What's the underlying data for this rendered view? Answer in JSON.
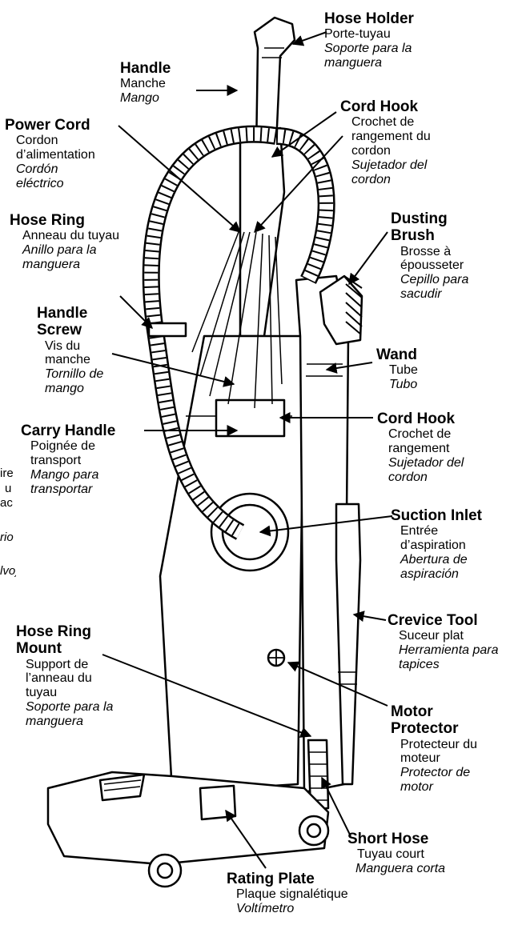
{
  "labels": {
    "handle": {
      "title": "Handle",
      "fr": "Manche",
      "es": "Mango"
    },
    "hose_holder": {
      "title": "Hose Holder",
      "fr": "Porte-tuyau",
      "es": "Soporte para la manguera"
    },
    "power_cord": {
      "title": "Power Cord",
      "fr": "Cordon d’alimentation",
      "es": "Cordón eléctrico"
    },
    "cord_hook_top": {
      "title": "Cord Hook",
      "fr": "Crochet de rangement du cordon",
      "es": "Sujetador del cordon"
    },
    "hose_ring": {
      "title": "Hose Ring",
      "fr": "Anneau du tuyau",
      "es": "Anillo para la manguera"
    },
    "dusting_brush": {
      "title": "Dusting Brush",
      "fr": "Brosse à épousseter",
      "es": "Cepillo para sacudir"
    },
    "handle_screw": {
      "title": "Handle Screw",
      "fr": "Vis du manche",
      "es": "Tornillo de mango"
    },
    "wand": {
      "title": "Wand",
      "fr": "Tube",
      "es": "Tubo"
    },
    "carry_handle": {
      "title": "Carry Handle",
      "fr": "Poignée de transport",
      "es": "Mango para transportar"
    },
    "cord_hook_mid": {
      "title": "Cord Hook",
      "fr": "Crochet de rangement",
      "es": "Sujetador del cordon"
    },
    "suction_inlet": {
      "title": "Suction Inlet",
      "fr": "Entrée d’aspiration",
      "es": "Abertura de aspiración"
    },
    "crevice_tool": {
      "title": "Crevice Tool",
      "fr": "Suceur plat",
      "es": "Herramienta para tapices"
    },
    "hose_ring_mount": {
      "title": "Hose Ring Mount",
      "fr": "Support de l’anneau du tuyau",
      "es": "Soporte para la manguera"
    },
    "motor_protector": {
      "title": "Motor Protector",
      "fr": "Protecteur du moteur",
      "es": "Protector de motor"
    },
    "short_hose": {
      "title": "Short Hose",
      "fr": "Tuyau court",
      "es": "Manguera corta"
    },
    "rating_plate": {
      "title": "Rating Plate",
      "fr": "Plaque signalétique",
      "es": "Voltímetro"
    }
  },
  "clipped_fragments": [
    "ire",
    "u",
    "ac",
    "rio",
    "lvo)"
  ]
}
